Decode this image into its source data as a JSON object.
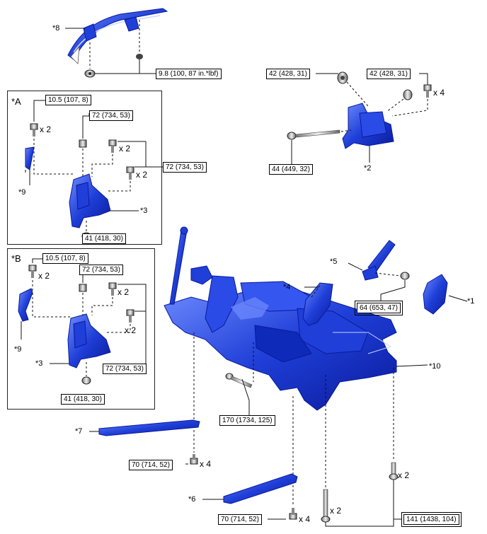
{
  "labels": {
    "l8": "*8",
    "la": "*A",
    "lb": "*B",
    "l9a": "*9",
    "l9b": "*9",
    "l3a": "*3",
    "l3b": "*3",
    "l2": "*2",
    "l5": "*5",
    "l4": "*4",
    "l1": "*1",
    "l10": "*10",
    "l7": "*7",
    "l6": "*6"
  },
  "torques": {
    "t_98": "9.8 (100, 87 in.*lbf)",
    "t_a105": "10.5 (107, 8)",
    "t_a72top": "72 (734, 53)",
    "t_a72right": "72 (734, 53)",
    "t_a41": "41 (418, 30)",
    "t_b105": "10.5 (107, 8)",
    "t_b72top": "72 (734, 53)",
    "t_b72bottom": "72 (734, 53)",
    "t_b41": "41 (418, 30)",
    "t_42left": "42 (428, 31)",
    "t_42right": "42 (428, 31)",
    "t_44": "44 (449, 32)",
    "t_64": "64 (653, 47)",
    "t_170": "170 (1734, 125)",
    "t_70a": "70 (714, 52)",
    "t_70b": "70 (714, 52)",
    "t_141": "141 (1438, 104)"
  },
  "multipliers": {
    "m_a105": "x 2",
    "m_a72a": "x 2",
    "m_a72b": "x 2",
    "m_b105": "x 2",
    "m_b72a": "x 2",
    "m_b72b": "x 2",
    "m_42": "x 4",
    "m_70a": "x 4",
    "m_70b": "x 4",
    "m_141a": "x 2",
    "m_141b": "x 2"
  },
  "colors": {
    "part_blue": "#1f3fd8",
    "part_dark": "#0a1a9a",
    "part_light": "#6f8cff",
    "line": "#111111"
  },
  "icons": [
    "bolt-icon",
    "nut-icon",
    "bushing-icon",
    "long-bolt-icon"
  ]
}
